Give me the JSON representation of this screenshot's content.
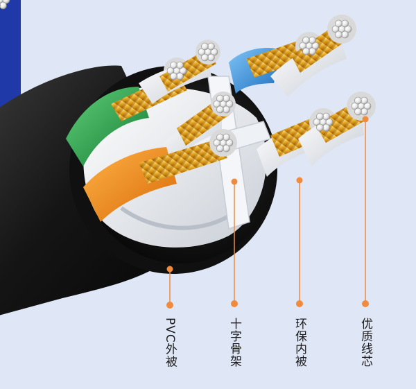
{
  "colors": {
    "background": "#dfe6f6",
    "accent_bar": "#1f3aa8",
    "callout": "#f08a3c",
    "jacket": "#161616",
    "copper": "#e2a52a"
  },
  "callouts": [
    {
      "label": "PVC外被"
    },
    {
      "label": "十字骨架"
    },
    {
      "label": "环保内被"
    },
    {
      "label": "优质线芯"
    }
  ]
}
